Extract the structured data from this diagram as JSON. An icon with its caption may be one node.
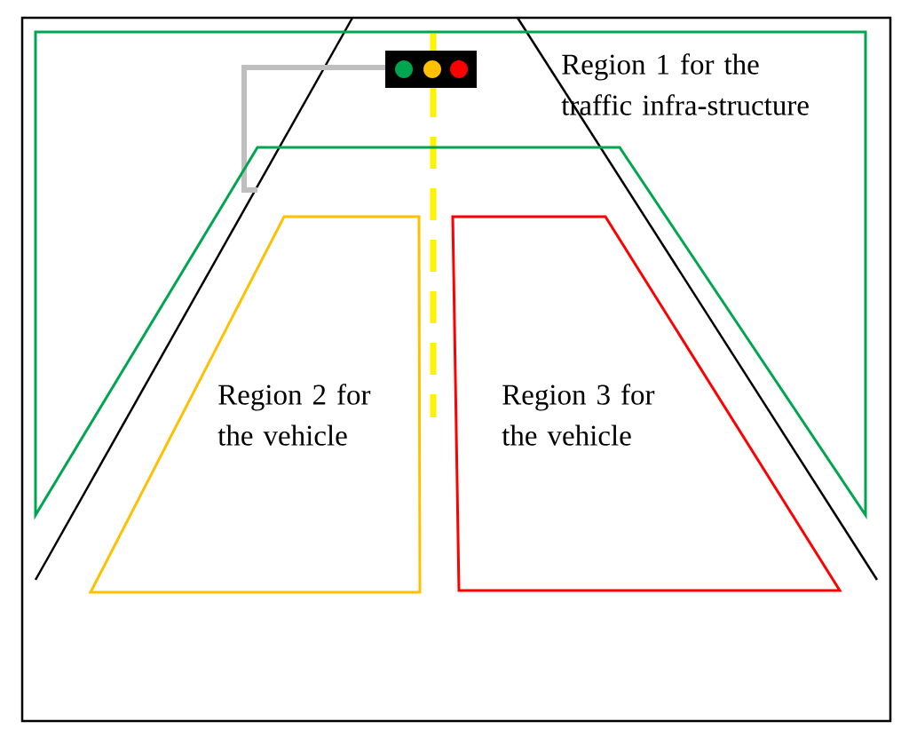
{
  "diagram": {
    "nodes": [
      {
        "text": [
          "Region 1 for the traffic infra-structure"
        ]
      },
      {
        "text": [
          "Region 2 for the vehicle"
        ]
      },
      {
        "text": [
          "Region 3 for the vehicle"
        ]
      }
    ]
  }
}
